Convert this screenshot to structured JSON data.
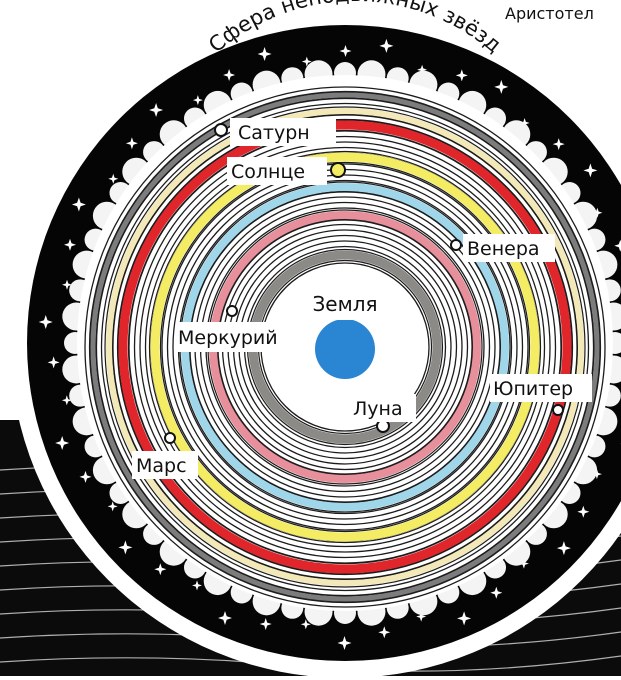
{
  "corner_label": "Аристотел",
  "sphere_label": "Сфера неподвижных звёзд",
  "center_label": "Земля",
  "bodies": [
    {
      "key": "moon",
      "label": "Луна",
      "color": "#8c8a86"
    },
    {
      "key": "mercury",
      "label": "Меркурий",
      "color": "#e88f9c"
    },
    {
      "key": "venus",
      "label": "Венера",
      "color": "#9fd6ea"
    },
    {
      "key": "sun",
      "label": "Солнце",
      "color": "#f4ec62"
    },
    {
      "key": "mars",
      "label": "Марс",
      "color": "#e0252b"
    },
    {
      "key": "jupiter",
      "label": "Юпитер",
      "color": "#f3e9b8"
    },
    {
      "key": "saturn",
      "label": "Сатурн",
      "color": "#7c7c7c"
    }
  ],
  "colors": {
    "sky": "#050505",
    "earth": "#2a86d3",
    "ring_line": "#1c1c1c",
    "planet_fill": "#f4ec62"
  },
  "icons": [
    "star-icon",
    "planet-marker-icon",
    "earth-icon"
  ]
}
